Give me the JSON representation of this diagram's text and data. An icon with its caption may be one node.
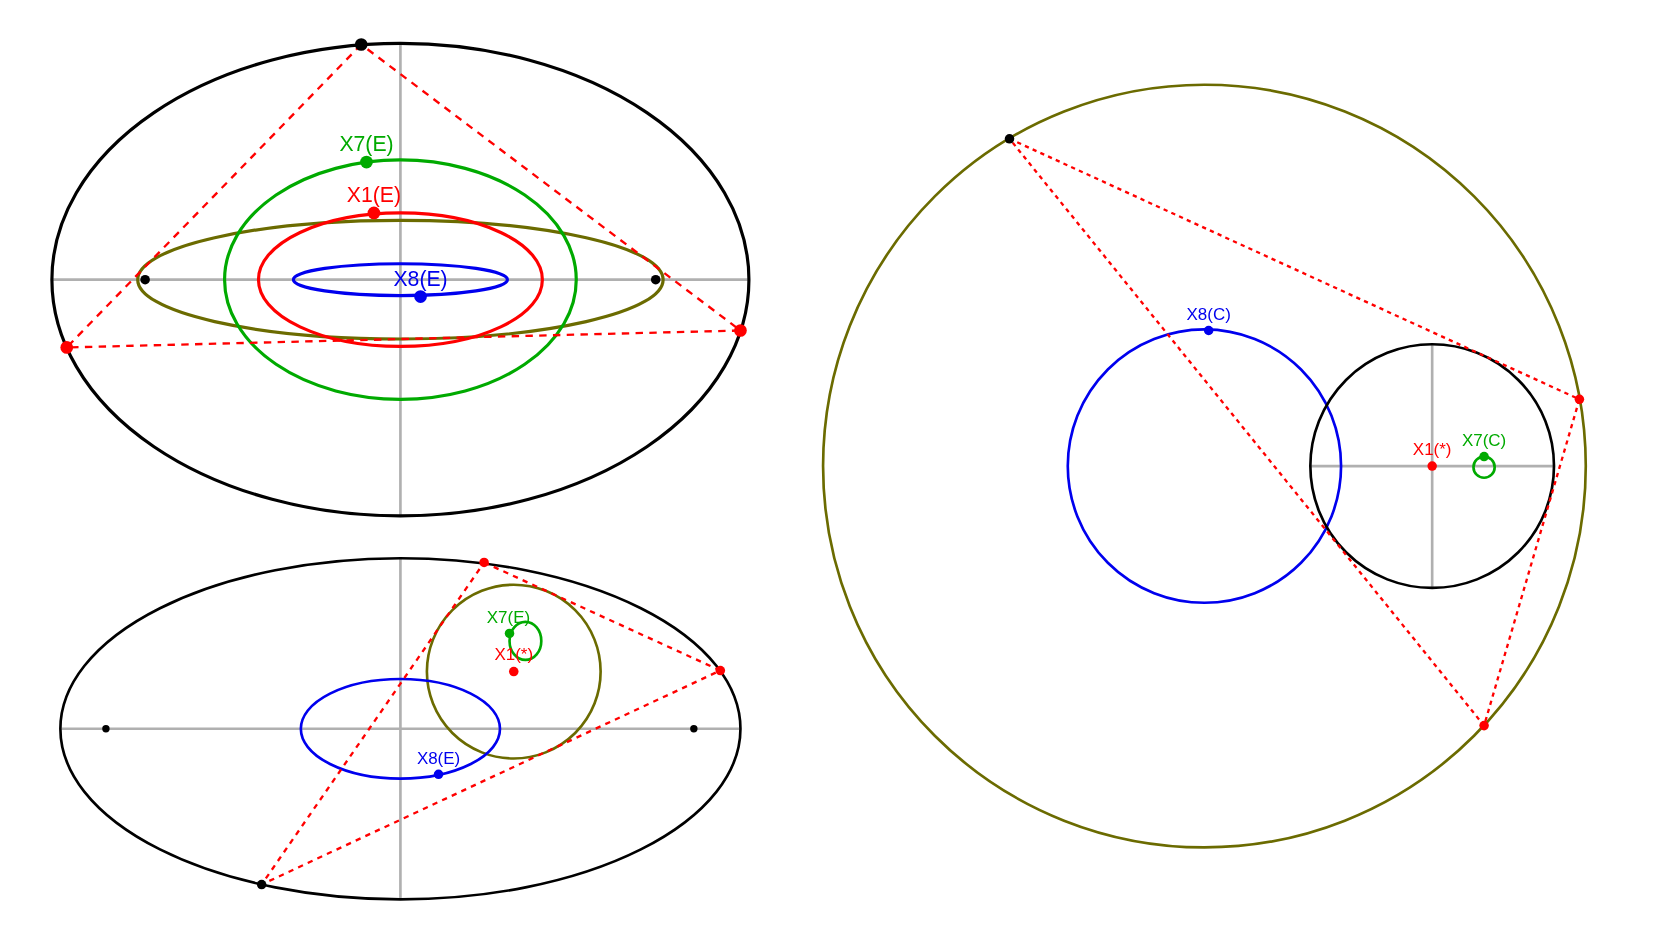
{
  "diagram": {
    "labels": [
      "X7(E)",
      "X1(E)",
      "X8(E)",
      "X7(E)",
      "X1(*)",
      "X8(E)",
      "X8(C)",
      "X1(*)",
      "X7(C)"
    ]
  }
}
